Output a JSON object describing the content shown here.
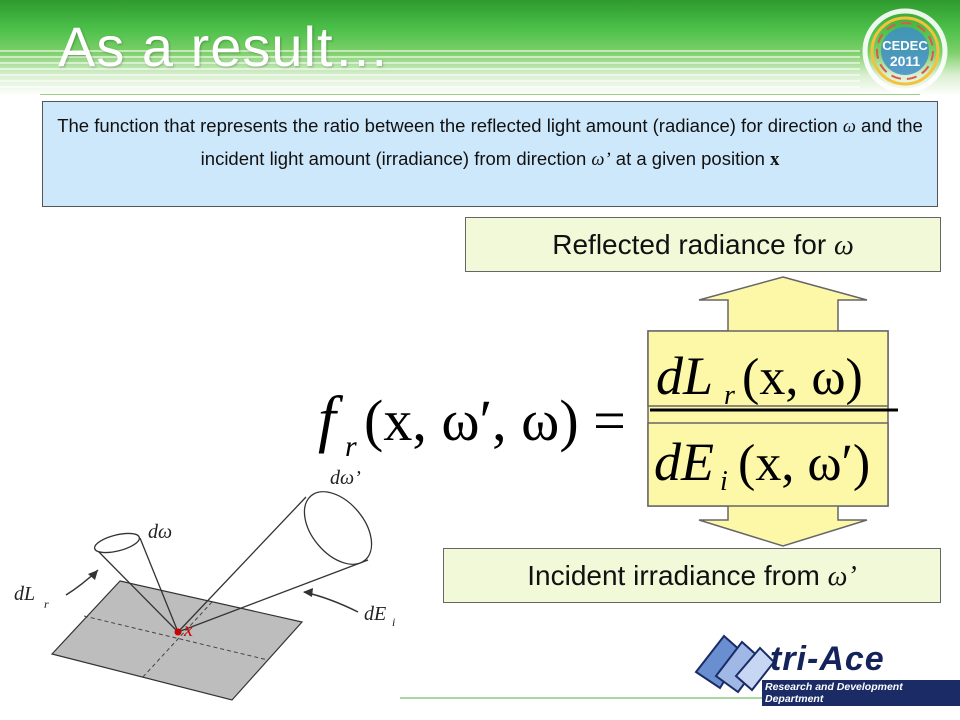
{
  "header": {
    "title": "As a result…"
  },
  "logo": {
    "event_top": "CEDEC",
    "event_year": "2011"
  },
  "definition": {
    "part1": "The function that represents the ratio between the reflected light amount (radiance) for direction ",
    "omega": "ω",
    "part2": " and the incident light amount (irradiance) from direction ",
    "omega_prime": "ω’",
    "part3": " at a given position ",
    "x": "x"
  },
  "labels": {
    "reflected_text": "Reflected radiance for ",
    "reflected_symbol": "ω",
    "incident_text": "Incident  irradiance from ",
    "incident_symbol": "ω’"
  },
  "equation": {
    "lhs_f": "f",
    "lhs_sub": "r",
    "lhs_args": "(x, ω′, ω) =",
    "num_d": "dL",
    "num_sub": "r",
    "num_args": "(x, ω)",
    "den_d": "dE",
    "den_sub": "i",
    "den_args": "(x, ω′)"
  },
  "diagram": {
    "d_omega_prime": "dω’",
    "d_omega": "dω",
    "dL": "dL",
    "dL_sub": "r",
    "dE": "dE",
    "dE_sub": "i",
    "point": "x"
  },
  "footer": {
    "company": "tri-Ace",
    "department": "Research and Development Department"
  },
  "colors": {
    "header_green": "#3aa83a",
    "definition_bg": "#cde8fb",
    "label_bg": "#f2f9d8",
    "arrow_fill": "#fdf8a8",
    "point_red": "#cc0000",
    "company_navy": "#14235a"
  }
}
